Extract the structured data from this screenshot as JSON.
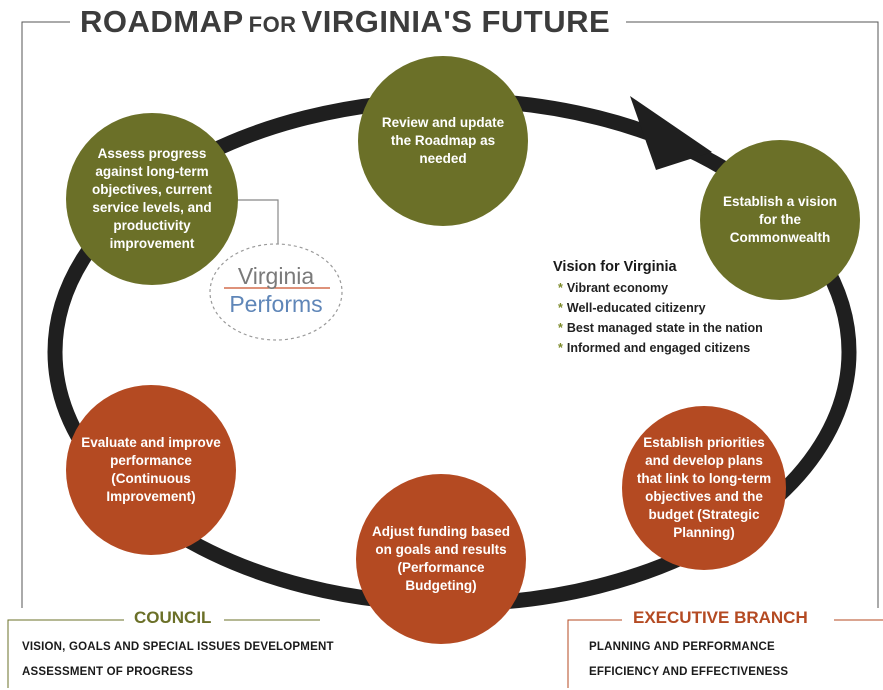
{
  "title": {
    "part1": "ROADMAP",
    "part2": "FOR",
    "part3": "VIRGINIA'S FUTURE"
  },
  "cycle_steps": [
    {
      "text": "Review and update the Roadmap as needed",
      "color": "#6b7028"
    },
    {
      "text": "Establish a vision for the Commonwealth",
      "color": "#6b7028"
    },
    {
      "text": "Establish priorities and develop plans that link to long-term objectives and the budget (Strategic Planning)",
      "color": "#b44a22"
    },
    {
      "text": "Adjust funding based on goals and results (Performance Budgeting)",
      "color": "#b44a22"
    },
    {
      "text": "Evaluate and improve performance (Continuous Improvement)",
      "color": "#b44a22"
    },
    {
      "text": "Assess progress against long-term objectives, current service levels, and productivity improvement",
      "color": "#6b7028"
    }
  ],
  "vision": {
    "heading": "Vision for Virginia",
    "items": [
      "Vibrant economy",
      "Well-educated citizenry",
      "Best managed state in the nation",
      "Informed and engaged citizens"
    ]
  },
  "virginia_performs": {
    "line1": "Virginia",
    "line2": "Performs"
  },
  "council": {
    "title": "COUNCIL",
    "lines": [
      "VISION, GOALS AND SPECIAL ISSUES DEVELOPMENT",
      "ASSESSMENT OF PROGRESS"
    ]
  },
  "executive": {
    "title": "EXECUTIVE BRANCH",
    "lines": [
      "PLANNING AND PERFORMANCE",
      "EFFICIENCY AND EFFECTIVENESS"
    ]
  },
  "colors": {
    "green": "#6b7028",
    "rust": "#b44a22",
    "ring": "#1f1f1f",
    "title": "#3c3c3c"
  }
}
